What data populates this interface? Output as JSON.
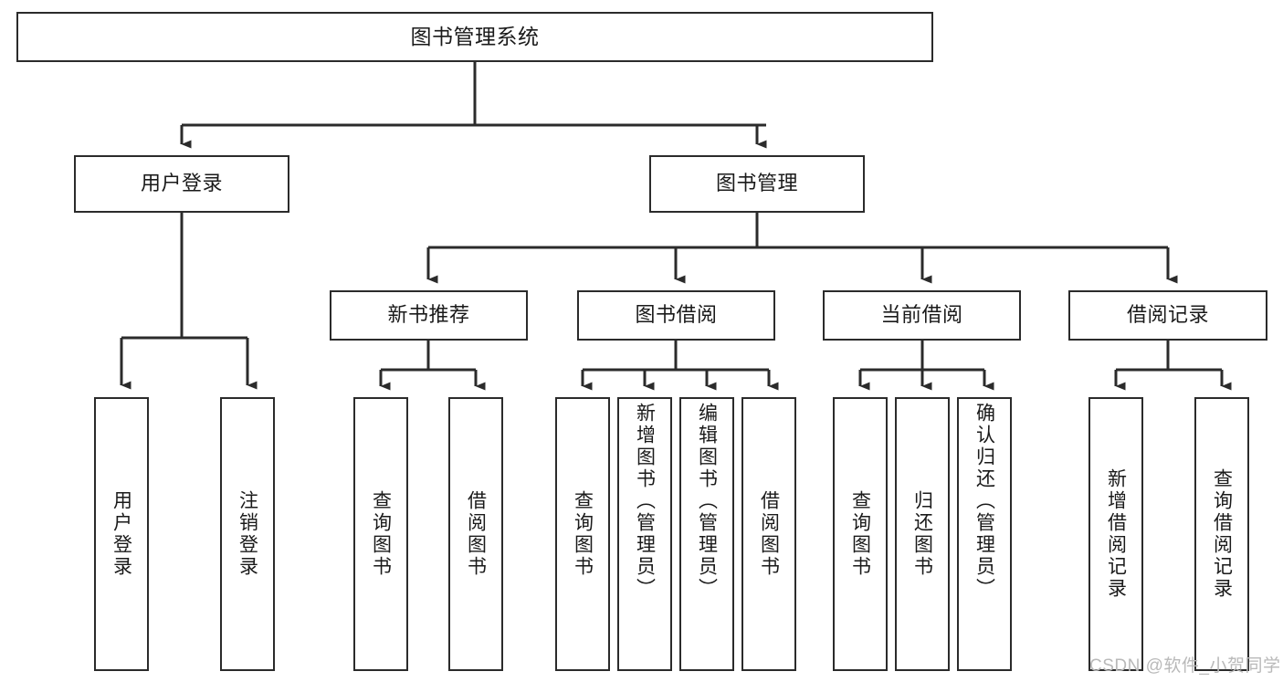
{
  "diagram": {
    "title": "图书管理系统",
    "type": "hierarchy-tree",
    "watermark": "CSDN @软件_小贺同学",
    "colors": {
      "stroke": "#2b2b2b",
      "fill": "#ffffff",
      "text": "#1a1a1a",
      "watermark": "#b9b9b9"
    },
    "nodes": {
      "root": {
        "label": "图书管理系统"
      },
      "level2": [
        {
          "label": "用户登录"
        },
        {
          "label": "图书管理"
        }
      ],
      "level3": [
        {
          "label": "新书推荐"
        },
        {
          "label": "图书借阅"
        },
        {
          "label": "当前借阅"
        },
        {
          "label": "借阅记录"
        }
      ],
      "leaves": {
        "user_login": [
          {
            "label": "用户登录"
          },
          {
            "label": "注销登录"
          }
        ],
        "new_book": [
          {
            "label": "查询图书"
          },
          {
            "label": "借阅图书"
          }
        ],
        "borrow_book": [
          {
            "label": "查询图书"
          },
          {
            "label": "新增图书（管理员）"
          },
          {
            "label": "编辑图书（管理员）"
          },
          {
            "label": "借阅图书"
          }
        ],
        "current_borrow": [
          {
            "label": "查询图书"
          },
          {
            "label": "归还图书"
          },
          {
            "label": "确认归还（管理员）"
          }
        ],
        "borrow_record": [
          {
            "label": "新增借阅记录"
          },
          {
            "label": "查询借阅记录"
          }
        ]
      }
    }
  }
}
